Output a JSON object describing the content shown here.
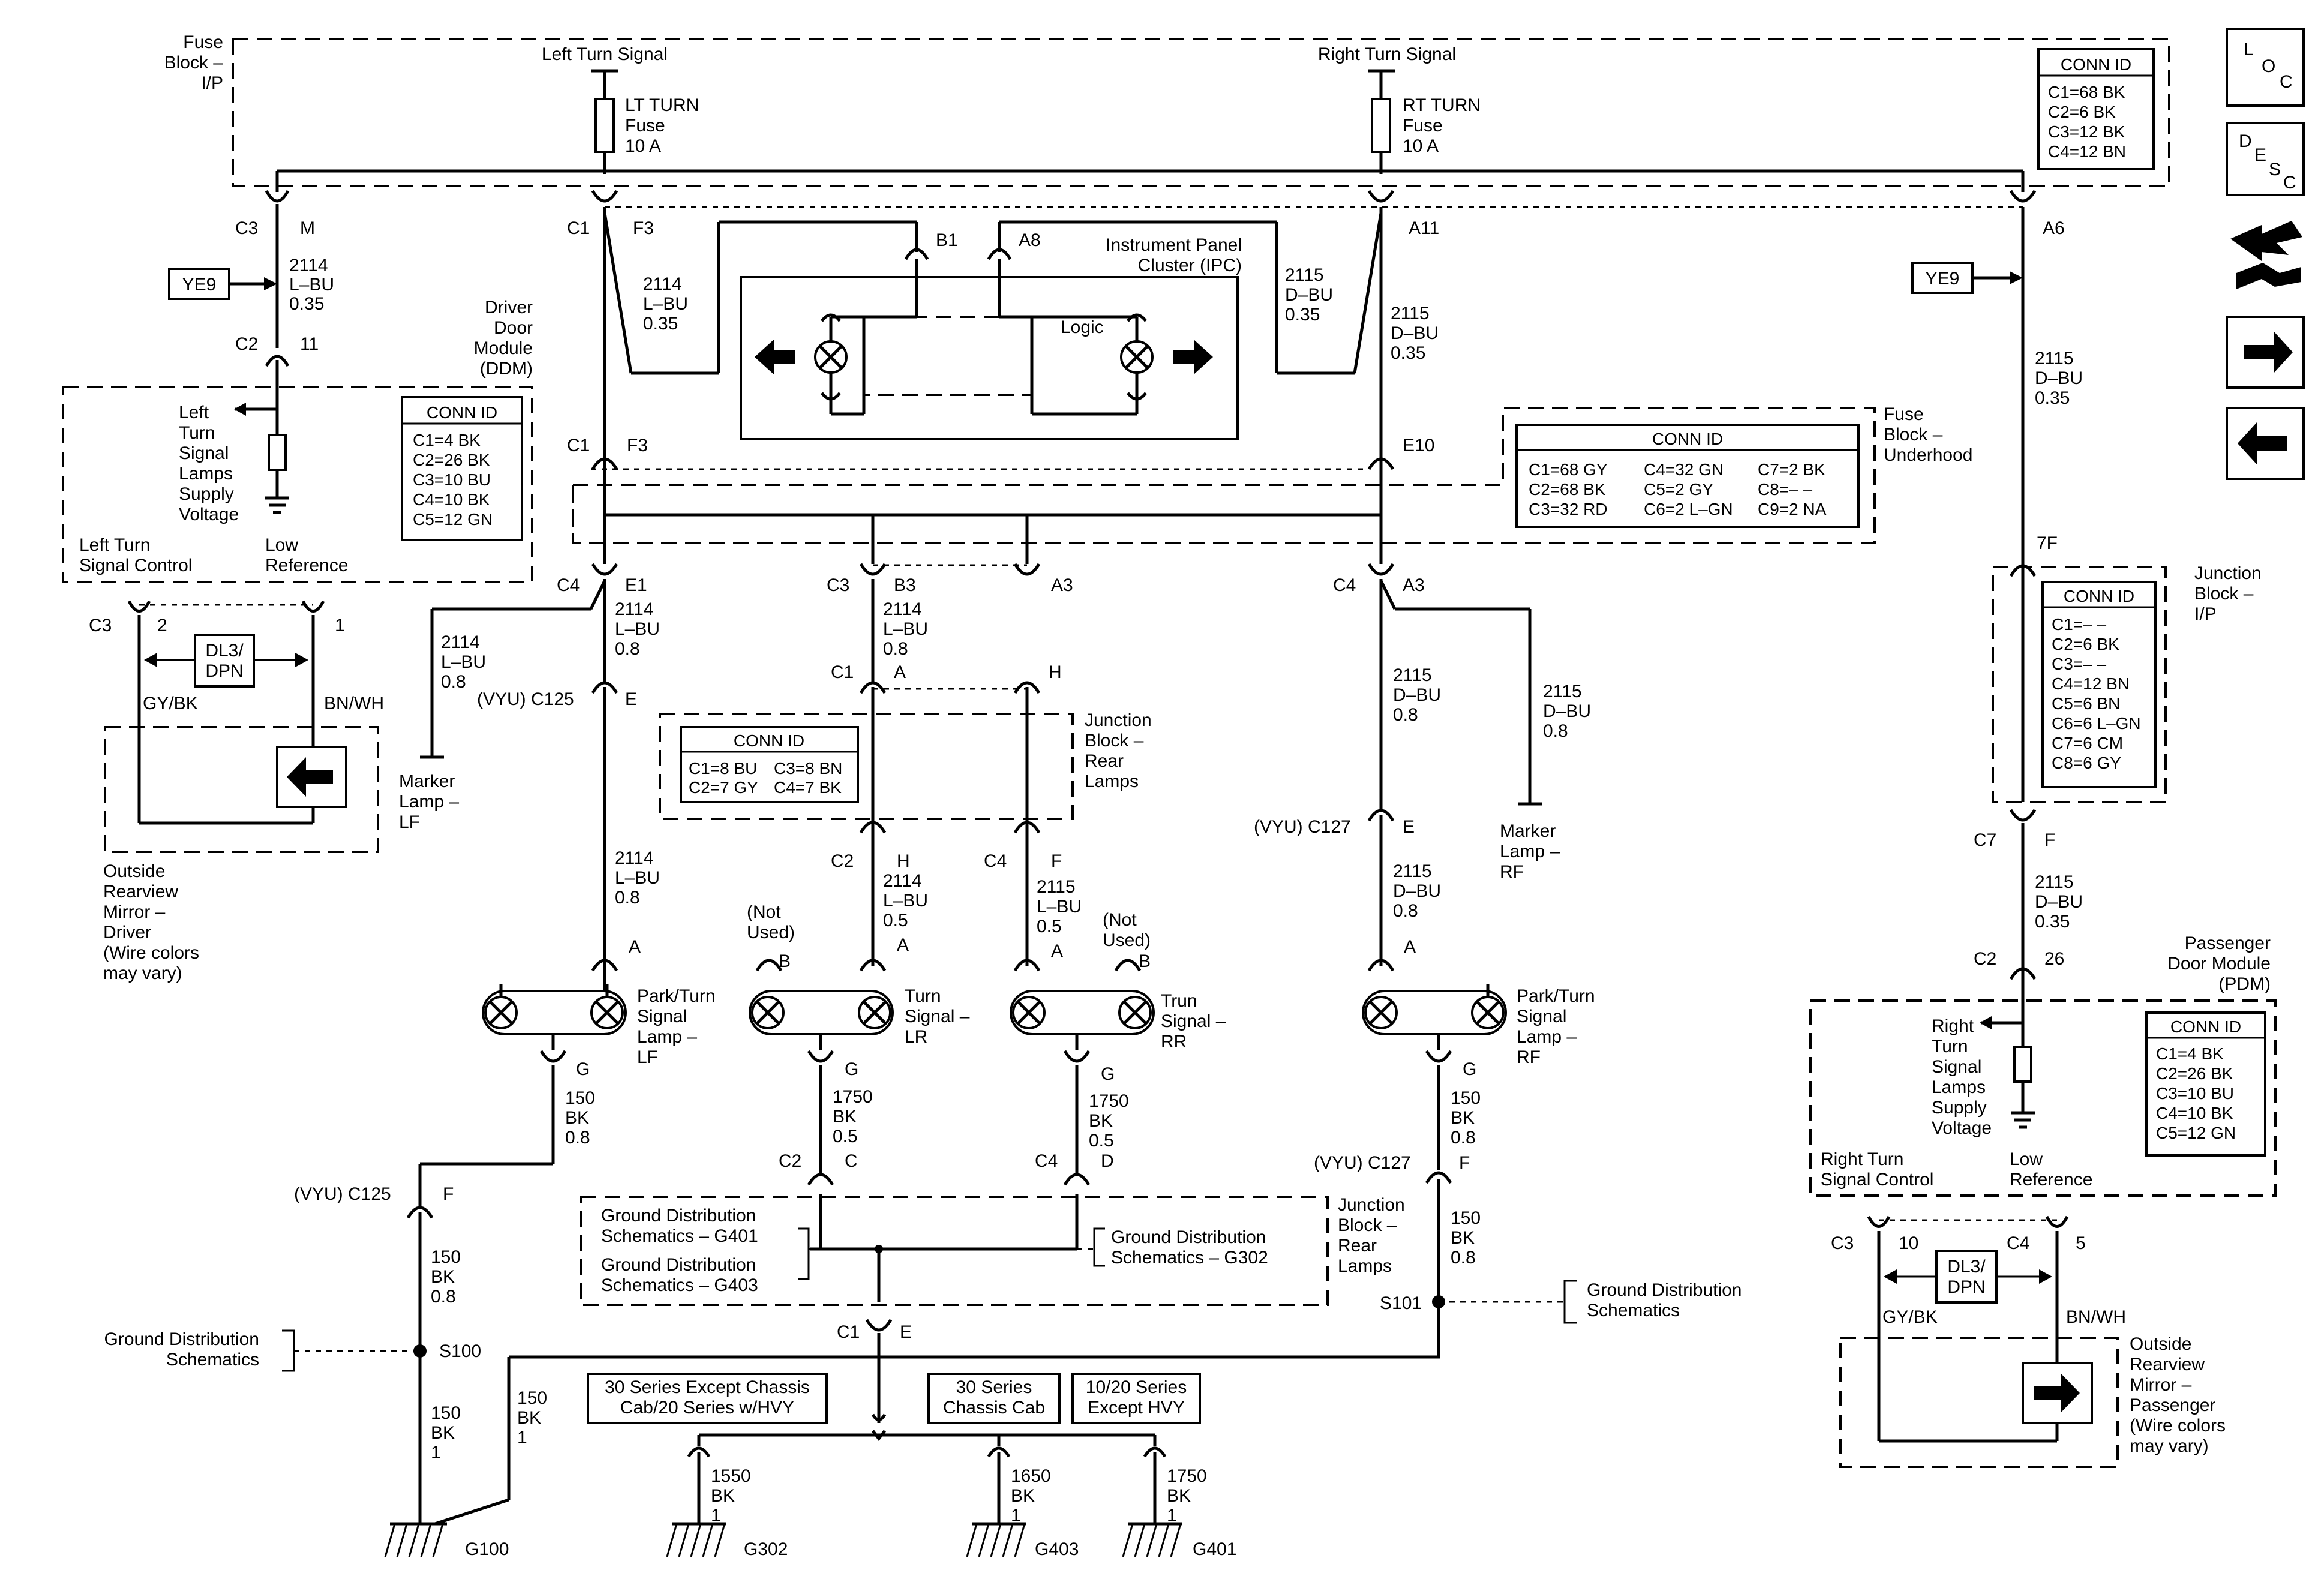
{
  "nav_icons": {
    "loc": [
      "L",
      "O",
      "C"
    ],
    "desc": [
      "D",
      "E",
      "S",
      "C"
    ],
    "icon_names": [
      "loc-icon",
      "desc-icon",
      "component-locator-icon",
      "next-arrow-icon",
      "previous-arrow-icon"
    ]
  },
  "fuse_block_ip": {
    "label": [
      "Fuse",
      "Block –",
      "I/P"
    ],
    "left_circuit": "Left Turn Signal",
    "right_circuit": "Right Turn Signal",
    "lt_fuse": [
      "LT TURN",
      "Fuse",
      "10 A"
    ],
    "rt_fuse": [
      "RT TURN",
      "Fuse",
      "10 A"
    ],
    "conn_title": "CONN ID",
    "conn": [
      "C1=68 BK",
      "C2=6 BK",
      "C3=12 BK",
      "C4=12 BN"
    ]
  },
  "fuse_block_underhood": {
    "label": [
      "Fuse",
      "Block –",
      "Underhood"
    ],
    "conn_title": "CONN ID",
    "col1": [
      "C1=68 GY",
      "C2=68 BK",
      "C3=32 RD"
    ],
    "col2": [
      "C4=32 GN",
      "C5=2 GY",
      "C6=2 L–GN"
    ],
    "col3": [
      "C7=2 BK",
      "C8=– –",
      "C9=2 NA"
    ]
  },
  "ipc": {
    "label": [
      "Instrument Panel",
      "Cluster (IPC)"
    ],
    "logic": "Logic",
    "pins": [
      "B1",
      "A8"
    ]
  },
  "ddm": {
    "label": [
      "Driver",
      "Door",
      "Module",
      "(DDM)"
    ],
    "supply": [
      "Left",
      "Turn",
      "Signal",
      "Lamps",
      "Supply",
      "Voltage"
    ],
    "control": [
      "Left Turn",
      "Signal Control"
    ],
    "low_ref": [
      "Low",
      "Reference"
    ],
    "conn_title": "CONN ID",
    "conn": [
      "C1=4 BK",
      "C2=26 BK",
      "C3=10 BU",
      "C4=10 BK",
      "C5=12 GN"
    ]
  },
  "pdm": {
    "label": [
      "Passenger",
      "Door Module",
      "(PDM)"
    ],
    "supply": [
      "Right",
      "Turn",
      "Signal",
      "Lamps",
      "Supply",
      "Voltage"
    ],
    "control": [
      "Right Turn",
      "Signal Control"
    ],
    "low_ref": [
      "Low",
      "Reference"
    ],
    "conn_title": "CONN ID",
    "conn": [
      "C1=4 BK",
      "C2=26 BK",
      "C3=10 BU",
      "C4=10 BK",
      "C5=12 GN"
    ]
  },
  "jb_ip": {
    "label": [
      "Junction",
      "Block –",
      "I/P"
    ],
    "conn_title": "CONN ID",
    "conn": [
      "C1=– –",
      "C2=6 BK",
      "C3=– –",
      "C4=12 BN",
      "C5=6 BN",
      "C6=6 L–GN",
      "C7=6 CM",
      "C8=6 GY"
    ]
  },
  "jb_rear": {
    "label": [
      "Junction",
      "Block –",
      "Rear",
      "Lamps"
    ],
    "conn_title": "CONN ID",
    "col1": [
      "C1=8 BU",
      "C2=7 GY"
    ],
    "col2": [
      "C3=8 BN",
      "C4=7 BK"
    ]
  },
  "jb_rear_lower": {
    "label": [
      "Junction",
      "Block –",
      "Rear",
      "Lamps"
    ]
  },
  "mirrors": {
    "driver": [
      "Outside",
      "Rearview",
      "Mirror –",
      "Driver",
      "(Wire colors",
      "may vary)"
    ],
    "passenger": [
      "Outside",
      "Rearview",
      "Mirror –",
      "Passenger",
      "(Wire colors",
      "may vary)"
    ],
    "dl3": [
      "DL3/",
      "DPN"
    ],
    "gy_bk": "GY/BK",
    "bn_wh": "BN/WH"
  },
  "lamps": {
    "lf": [
      "Park/Turn",
      "Signal",
      "Lamp –",
      "LF"
    ],
    "rf": [
      "Park/Turn",
      "Signal",
      "Lamp –",
      "RF"
    ],
    "lr": [
      "Turn",
      "Signal –",
      "LR"
    ],
    "rr": [
      "Trun",
      "Signal –",
      "RR"
    ],
    "marker_lf": [
      "Marker",
      "Lamp –",
      "LF"
    ],
    "marker_rf": [
      "Marker",
      "Lamp –",
      "RF"
    ],
    "not_used": [
      "(Not",
      "Used)"
    ]
  },
  "ground_refs": {
    "g401": [
      "Ground Distribution",
      "Schematics – G401"
    ],
    "g403": [
      "Ground Distribution",
      "Schematics – G403"
    ],
    "g302": [
      "Ground Distribution",
      "Schematics – G302"
    ],
    "gd_right": [
      "Ground Distribution",
      "Schematics"
    ],
    "gd_left": [
      "Ground Distribution",
      "Schematics"
    ]
  },
  "options": {
    "a": [
      "30 Series Except Chassis",
      "Cab/20 Series w/HVY"
    ],
    "b": [
      "30 Series",
      "Chassis Cab"
    ],
    "c": [
      "10/20 Series",
      "Except HVY"
    ]
  },
  "grounds": {
    "g100": "G100",
    "g302": "G302",
    "g403": "G403",
    "g401": "G401",
    "s100": "S100",
    "s101": "S101",
    "w1550": [
      "1550",
      "BK",
      "1"
    ],
    "w1650": [
      "1650",
      "BK",
      "1"
    ],
    "w1750": [
      "1750",
      "BK",
      "1"
    ],
    "w150a": [
      "150",
      "BK",
      "1"
    ],
    "w150b": [
      "150",
      "BK",
      "1"
    ]
  },
  "wires": {
    "w2114_035": [
      "2114",
      "L–BU",
      "0.35"
    ],
    "w2115_035": [
      "2115",
      "D–BU",
      "0.35"
    ],
    "w2114_08": [
      "2114",
      "L–BU",
      "0.8"
    ],
    "w2115_08": [
      "2115",
      "D–BU",
      "0.8"
    ],
    "w2114_05": [
      "2114",
      "L–BU",
      "0.5"
    ],
    "w2115_05": [
      "2115",
      "L–BU",
      "0.5"
    ],
    "w1750_05": [
      "1750",
      "BK",
      "0.5"
    ],
    "w150_08": [
      "150",
      "BK",
      "0.8"
    ]
  },
  "connectors": {
    "c1": "C1",
    "c2": "C2",
    "c3": "C3",
    "c4": "C4",
    "c7": "C7",
    "m": "M",
    "n11": "11",
    "f3": "F3",
    "a11": "A11",
    "a6": "A6",
    "e10": "E10",
    "e1": "E1",
    "b3": "B3",
    "a3": "A3",
    "a": "A",
    "h": "H",
    "f": "F",
    "e": "E",
    "b": "B",
    "g": "G",
    "c": "C",
    "d": "D",
    "n7f": "7F",
    "n26": "26",
    "n2": "2",
    "n1": "1",
    "n10": "10",
    "n5": "5",
    "vyu125": "(VYU) C125",
    "vyu127": "(VYU) C127",
    "ye9": "YE9"
  }
}
